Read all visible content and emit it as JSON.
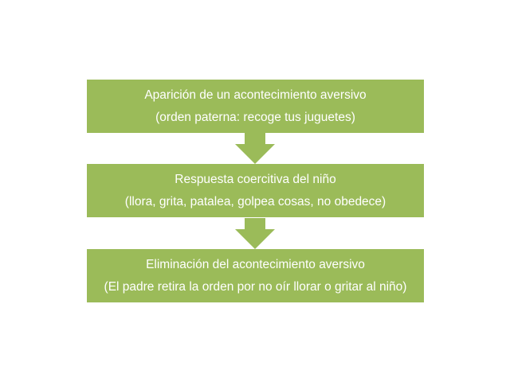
{
  "steps": [
    {
      "title": "Aparición de un acontecimiento  aversivo",
      "detail": "(orden paterna: recoge tus juguetes)"
    },
    {
      "title": "Respuesta coercitiva del niño",
      "detail": "(llora, grita, patalea, golpea cosas, no obedece)"
    },
    {
      "title": "Eliminación del acontecimiento aversivo",
      "detail": "(El padre retira la orden por no oír llorar o gritar al niño)"
    }
  ],
  "colors": {
    "box_fill": "#9bbb59",
    "text": "#ffffff",
    "arrow_fill": "#9bbb59"
  },
  "icons": {
    "connector": "down-arrow-icon"
  }
}
